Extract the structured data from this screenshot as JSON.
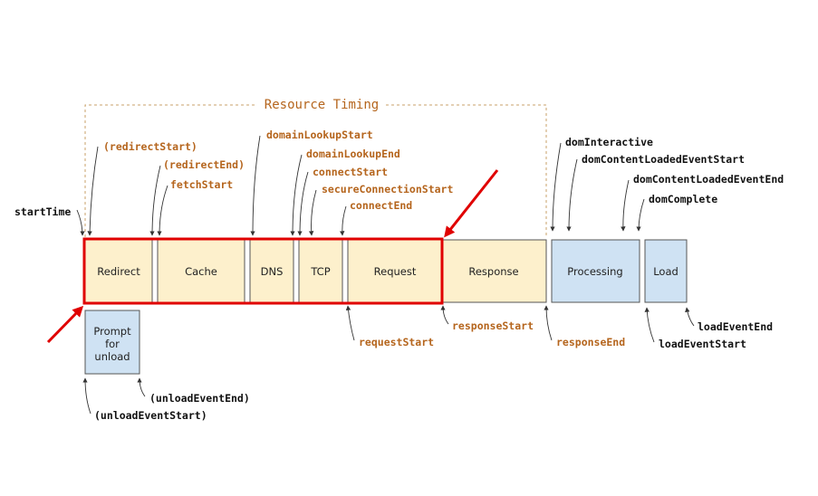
{
  "title": "Resource Timing",
  "phases": {
    "redirect": "Redirect",
    "cache": "Cache",
    "dns": "DNS",
    "tcp": "TCP",
    "request": "Request",
    "response": "Response",
    "processing": "Processing",
    "load": "Load",
    "prompt_line1": "Prompt",
    "prompt_line2": "for",
    "prompt_line3": "unload"
  },
  "events": {
    "start_time": "startTime",
    "redirect_start": "(redirectStart)",
    "redirect_end": "(redirectEnd)",
    "fetch_start": "fetchStart",
    "domain_lookup_start": "domainLookupStart",
    "domain_lookup_end": "domainLookupEnd",
    "connect_start": "connectStart",
    "secure_connection_start": "secureConnectionStart",
    "connect_end": "connectEnd",
    "request_start": "requestStart",
    "response_start": "responseStart",
    "response_end": "responseEnd",
    "dom_interactive": "domInteractive",
    "dom_content_loaded_event_start": "domContentLoadedEventStart",
    "dom_content_loaded_event_end": "domContentLoadedEventEnd",
    "dom_complete": "domComplete",
    "load_event_start": "loadEventStart",
    "load_event_end": "loadEventEnd",
    "unload_event_start": "(unloadEventStart)",
    "unload_event_end": "(unloadEventEnd)"
  },
  "colors": {
    "resource_phase_fill": "#fdf0cc",
    "navigation_phase_fill": "#cfe2f3",
    "orange_label": "#b5651d",
    "highlight": "#e00000"
  }
}
